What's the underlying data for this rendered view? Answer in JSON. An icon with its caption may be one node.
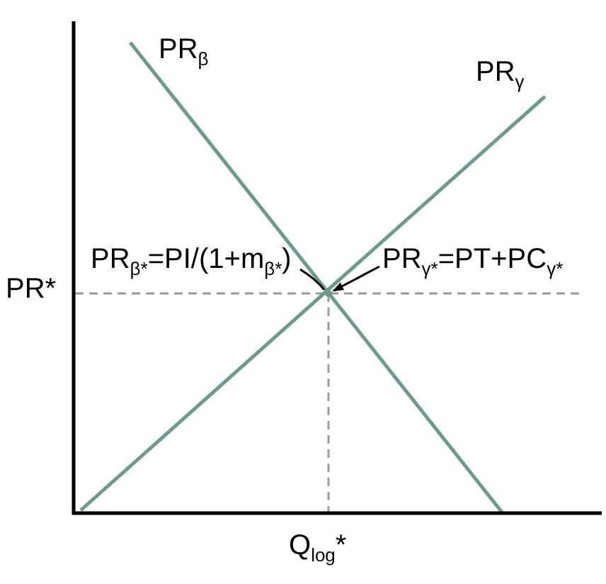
{
  "diagram": {
    "nodes": [
      {
        "text": [
          "PR$_{β*}$=PI/(1+m$_{β*}$)"
        ]
      },
      {
        "text": [
          "PR$_{γ*}$=PT+PC$_{γ*}$"
        ]
      },
      {
        "text": [],
        "shape": "circle"
      }
    ],
    "edges": [
      {
        "from": 0,
        "to": 2,
        "arrow": "none"
      },
      {
        "from": 1,
        "to": 2,
        "arrow": "to"
      }
    ],
    "labels": [
      "PR$_{β}$",
      "PR$_{γ}$",
      "PR*",
      "Q$_{log}$*"
    ]
  }
}
